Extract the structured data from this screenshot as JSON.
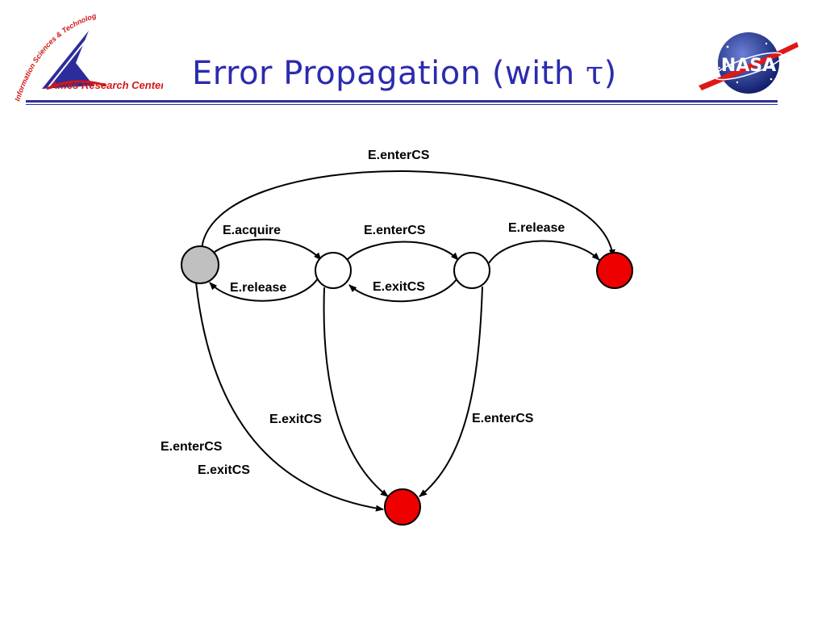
{
  "slide": {
    "title": "Error Propagation (with ",
    "title_symbol": "τ",
    "title_end": ")"
  },
  "logos": {
    "ames": {
      "arc_text": "Information Sciences & Technology",
      "name": "Ames Research Center"
    },
    "nasa": {
      "wordmark": "NASA"
    }
  },
  "diagram": {
    "labels": {
      "top_enter": "E.enterCS",
      "acquire": "E.acquire",
      "middle_enter": "E.enterCS",
      "release_right": "E.release",
      "release_left": "E.release",
      "middle_exit": "E.exitCS",
      "down_exit": "E.exitCS",
      "down_enter": "E.enterCS",
      "left_enter": "E.enterCS",
      "left_exit": "E.exitCS"
    },
    "colors": {
      "initial_state": "#c0c0c0",
      "error_state": "#ee0000",
      "normal_state": "#ffffff",
      "title": "#2b2bb0",
      "rule": "#2f2f9a"
    }
  }
}
